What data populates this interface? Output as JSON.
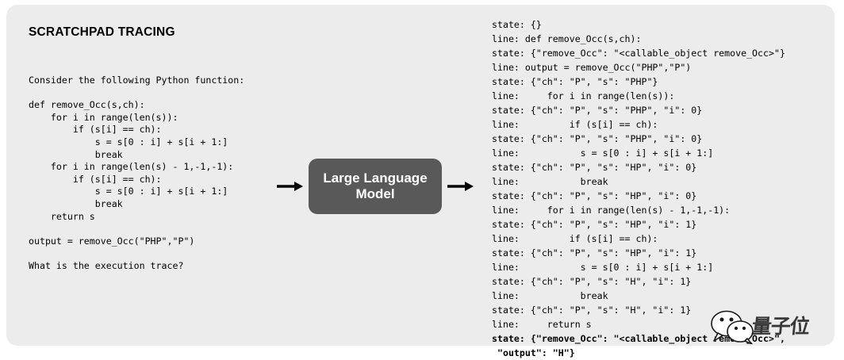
{
  "panel": {
    "title": "SCRATCHPAD TRACING"
  },
  "prompt": {
    "text": "Consider the following Python function:\n\ndef remove_Occ(s,ch):\n    for i in range(len(s)):\n        if (s[i] == ch):\n            s = s[0 : i] + s[i + 1:]\n            break\n    for i in range(len(s) - 1,-1,-1):\n        if (s[i] == ch):\n            s = s[0 : i] + s[i + 1:]\n            break\n    return s\n\noutput = remove_Occ(\"PHP\",\"P\")\n\nWhat is the execution trace?"
  },
  "model_box": {
    "label": "Large Language\nModel",
    "background_color": "#595959",
    "text_color": "#ffffff"
  },
  "arrows": {
    "input_arrow": "arrow-right",
    "output_arrow": "arrow-right",
    "color": "#000000"
  },
  "trace": {
    "lines": [
      {
        "text": "state: {}",
        "bold": false
      },
      {
        "text": "line: def remove_Occ(s,ch):",
        "bold": false
      },
      {
        "text": "state: {\"remove_Occ\": \"<callable_object remove_Occ>\"}",
        "bold": false
      },
      {
        "text": "line: output = remove_Occ(\"PHP\",\"P\")",
        "bold": false
      },
      {
        "text": "state: {\"ch\": \"P\", \"s\": \"PHP\"}",
        "bold": false
      },
      {
        "text": "line:     for i in range(len(s)):",
        "bold": false
      },
      {
        "text": "state: {\"ch\": \"P\", \"s\": \"PHP\", \"i\": 0}",
        "bold": false
      },
      {
        "text": "line:         if (s[i] == ch):",
        "bold": false
      },
      {
        "text": "state: {\"ch\": \"P\", \"s\": \"PHP\", \"i\": 0}",
        "bold": false
      },
      {
        "text": "line:           s = s[0 : i] + s[i + 1:]",
        "bold": false
      },
      {
        "text": "state: {\"ch\": \"P\", \"s\": \"HP\", \"i\": 0}",
        "bold": false
      },
      {
        "text": "line:           break",
        "bold": false
      },
      {
        "text": "state: {\"ch\": \"P\", \"s\": \"HP\", \"i\": 0}",
        "bold": false
      },
      {
        "text": "line:     for i in range(len(s) - 1,-1,-1):",
        "bold": false
      },
      {
        "text": "state: {\"ch\": \"P\", \"s\": \"HP\", \"i\": 1}",
        "bold": false
      },
      {
        "text": "line:         if (s[i] == ch):",
        "bold": false
      },
      {
        "text": "state: {\"ch\": \"P\", \"s\": \"HP\", \"i\": 1}",
        "bold": false
      },
      {
        "text": "line:           s = s[0 : i] + s[i + 1:]",
        "bold": false
      },
      {
        "text": "state: {\"ch\": \"P\", \"s\": \"H\", \"i\": 1}",
        "bold": false
      },
      {
        "text": "line:           break",
        "bold": false
      },
      {
        "text": "state: {\"ch\": \"P\", \"s\": \"H\", \"i\": 1}",
        "bold": false
      },
      {
        "text": "line:     return s",
        "bold": false
      },
      {
        "text": "state: {\"remove_Occ\": \"<callable_object remove_Occ>\",",
        "bold": true
      },
      {
        "text": " \"output\": \"H\"}",
        "bold": true
      }
    ]
  },
  "watermark": {
    "logo": "wechat-logo",
    "text": "量子位"
  },
  "colors": {
    "page_background": "#ffffff",
    "card_background": "#ececec",
    "text": "#000000"
  }
}
